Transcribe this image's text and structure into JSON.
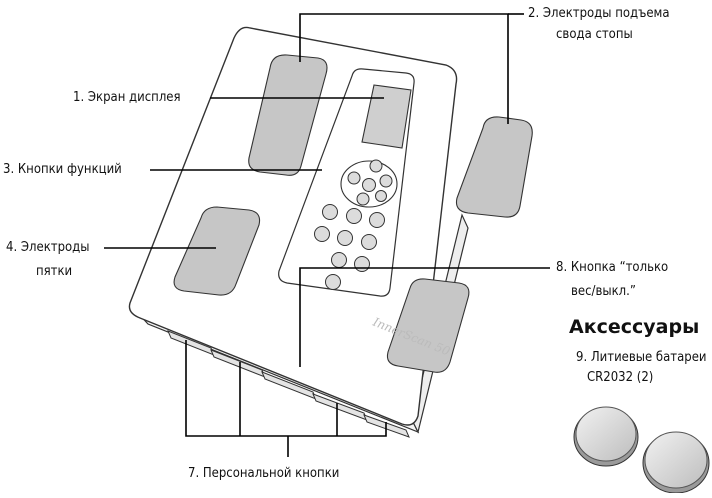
{
  "labels": {
    "display_screen": "1. Экран дисплея",
    "arch_electrodes_line1": "2. Электроды подъема",
    "arch_electrodes_line2": "свода стопы",
    "function_buttons": "3. Кнопки функций",
    "heel_electrodes_line1": "4. Электроды",
    "heel_electrodes_line2": "пятки",
    "personal_buttons": "7. Персональной кнопки",
    "weight_only_line1": "8. Кнопка “только",
    "weight_only_line2": "вес/выкл.”"
  },
  "accessories": {
    "heading": "Аксессуары",
    "battery_line1": "9. Литиевые батареи",
    "battery_line2": "CR2032 (2)"
  },
  "device": {
    "brand_text": "InnerScan 50"
  },
  "colors": {
    "outline": "#333333",
    "electrode_fill": "#c6c6c6",
    "display_fill": "#cfcfcf",
    "leader_line": "#000000"
  }
}
